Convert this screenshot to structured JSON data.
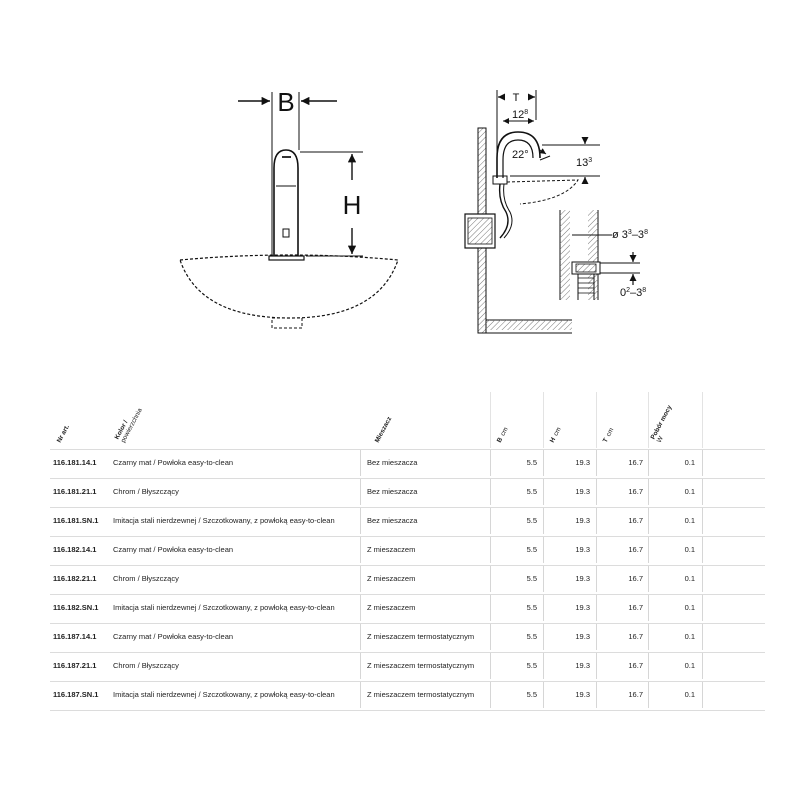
{
  "drawing": {
    "label_B": "B",
    "label_H": "H",
    "label_T": "T",
    "label_12": "12",
    "label_12_sup": "8",
    "label_22deg": "22°",
    "label_13": "13",
    "label_13_sup": "3",
    "label_diam_main": "ø 3",
    "label_diam_sup1": "3",
    "label_diam_dash": "–3",
    "label_diam_sup2": "8",
    "label_0": "0",
    "label_0_sup1": "2",
    "label_0_dash": "–3",
    "label_0_sup2": "8"
  },
  "table": {
    "headers": {
      "art": "Nr art.",
      "color": "Kolor /",
      "color_sub": "powierzchnia",
      "mixer": "Mieszacz",
      "b": "B",
      "b_unit": "cm",
      "h": "H",
      "h_unit": "cm",
      "t": "T",
      "t_unit": "cm",
      "w": "Pobór mocy",
      "w_unit": "W"
    },
    "rows": [
      {
        "art": "116.181.14.1",
        "color": "Czarny mat / Powłoka easy-to-clean",
        "mixer": "Bez mieszacza",
        "b": "5.5",
        "h": "19.3",
        "t": "16.7",
        "w": "0.1"
      },
      {
        "art": "116.181.21.1",
        "color": "Chrom / Błyszczący",
        "mixer": "Bez mieszacza",
        "b": "5.5",
        "h": "19.3",
        "t": "16.7",
        "w": "0.1"
      },
      {
        "art": "116.181.SN.1",
        "color": "Imitacja stali nierdzewnej / Szczotkowany, z powłoką easy-to-clean",
        "mixer": "Bez mieszacza",
        "b": "5.5",
        "h": "19.3",
        "t": "16.7",
        "w": "0.1"
      },
      {
        "art": "116.182.14.1",
        "color": "Czarny mat / Powłoka easy-to-clean",
        "mixer": "Z mieszaczem",
        "b": "5.5",
        "h": "19.3",
        "t": "16.7",
        "w": "0.1"
      },
      {
        "art": "116.182.21.1",
        "color": "Chrom / Błyszczący",
        "mixer": "Z mieszaczem",
        "b": "5.5",
        "h": "19.3",
        "t": "16.7",
        "w": "0.1"
      },
      {
        "art": "116.182.SN.1",
        "color": "Imitacja stali nierdzewnej / Szczotkowany, z powłoką easy-to-clean",
        "mixer": "Z mieszaczem",
        "b": "5.5",
        "h": "19.3",
        "t": "16.7",
        "w": "0.1"
      },
      {
        "art": "116.187.14.1",
        "color": "Czarny mat / Powłoka easy-to-clean",
        "mixer": "Z mieszaczem termostatycznym",
        "b": "5.5",
        "h": "19.3",
        "t": "16.7",
        "w": "0.1"
      },
      {
        "art": "116.187.21.1",
        "color": "Chrom / Błyszczący",
        "mixer": "Z mieszaczem termostatycznym",
        "b": "5.5",
        "h": "19.3",
        "t": "16.7",
        "w": "0.1"
      },
      {
        "art": "116.187.SN.1",
        "color": "Imitacja stali nierdzewnej / Szczotkowany, z powłoką easy-to-clean",
        "mixer": "Z mieszaczem termostatycznym",
        "b": "5.5",
        "h": "19.3",
        "t": "16.7",
        "w": "0.1"
      }
    ]
  }
}
